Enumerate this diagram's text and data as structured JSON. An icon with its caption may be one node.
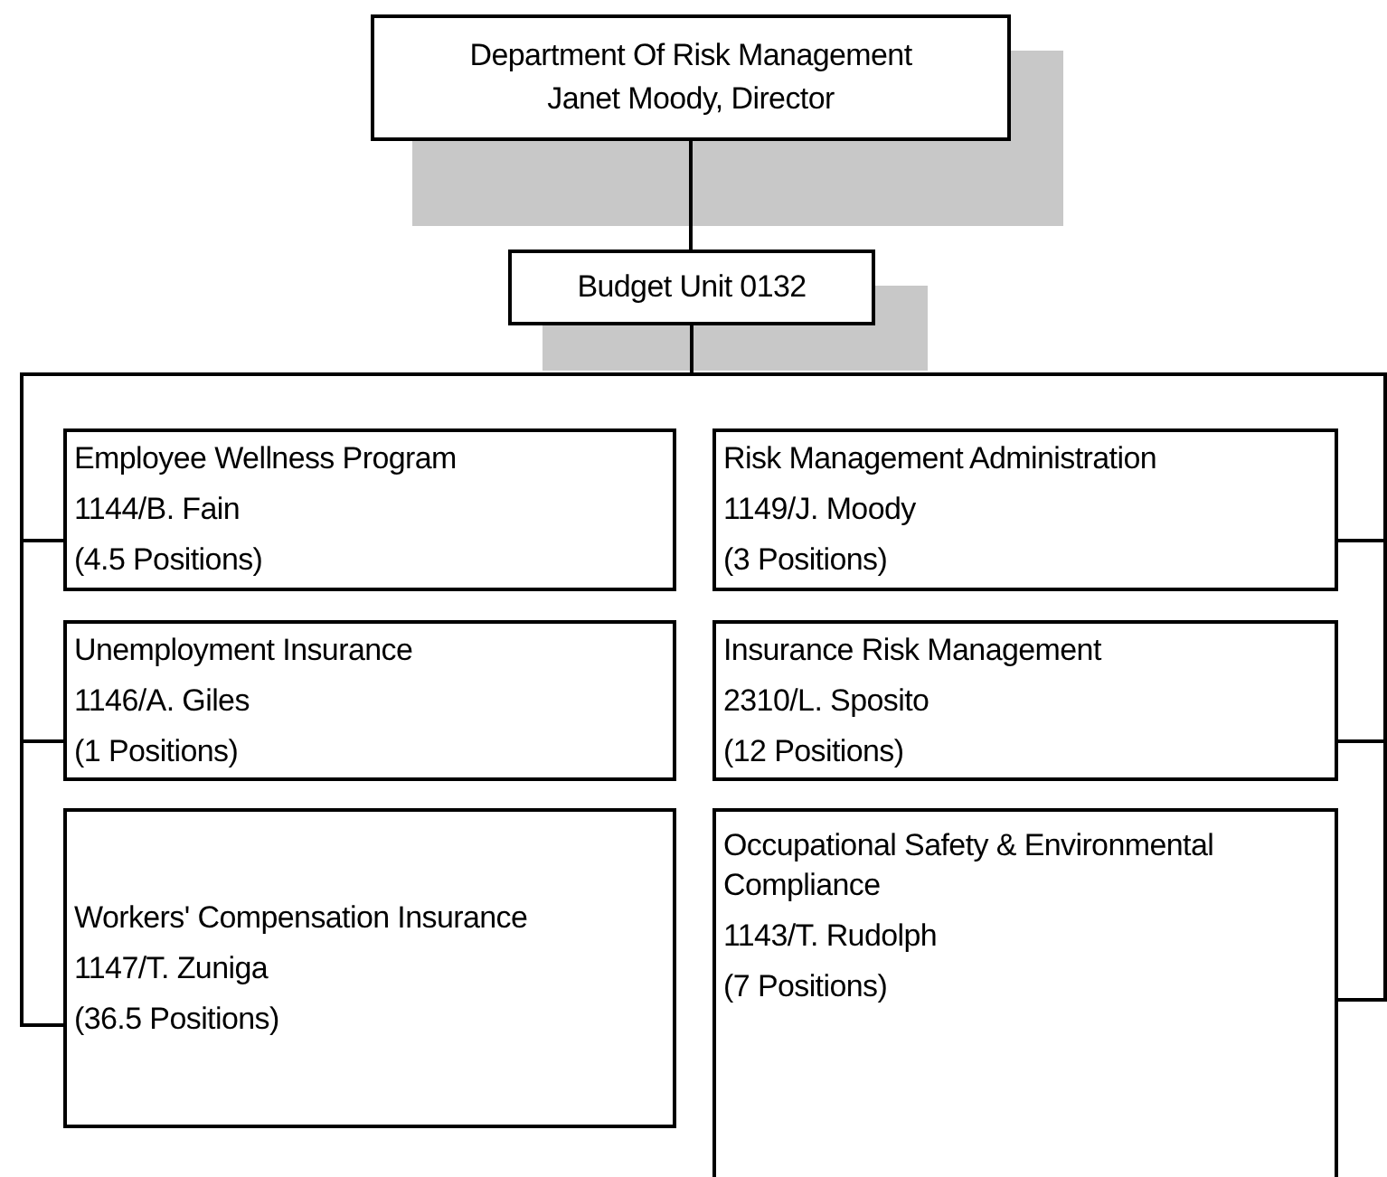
{
  "diagram": {
    "nodes": [
      {
        "text": [
          "Department Of Risk Management",
          "Janet Moody, Director"
        ]
      },
      {
        "text": [
          "Budget Unit 0132"
        ]
      },
      {
        "text": [
          "Employee Wellness Program",
          "1144/B. Fain",
          "(4.5 Positions)"
        ]
      },
      {
        "text": [
          "Unemployment Insurance",
          "1146/A. Giles",
          "(1 Positions)"
        ]
      },
      {
        "text": [
          "Workers' Compensation Insurance",
          "1147/T. Zuniga",
          "(36.5 Positions)"
        ]
      },
      {
        "text": [
          "Risk Management Administration",
          "1149/J. Moody",
          "(3 Positions)"
        ]
      },
      {
        "text": [
          "Insurance Risk Management",
          "2310/L. Sposito",
          "(12 Positions)"
        ]
      },
      {
        "text": [
          "Occupational Safety & Environmental Compliance",
          "1143/T. Rudolph",
          "(7 Positions)"
        ]
      }
    ],
    "edges": [
      {
        "from": 0,
        "to": 1,
        "arrow": "none"
      },
      {
        "from": 1,
        "to": 2,
        "arrow": "none"
      },
      {
        "from": 1,
        "to": 3,
        "arrow": "none"
      },
      {
        "from": 1,
        "to": 4,
        "arrow": "none"
      },
      {
        "from": 1,
        "to": 5,
        "arrow": "none"
      },
      {
        "from": 1,
        "to": 6,
        "arrow": "none"
      },
      {
        "from": 1,
        "to": 7,
        "arrow": "none"
      }
    ]
  }
}
